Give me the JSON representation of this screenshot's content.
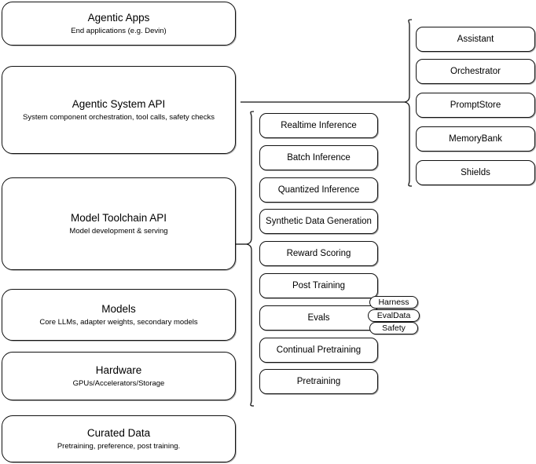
{
  "diagram": {
    "title": "Agentic stack layered architecture",
    "colors": {
      "stroke": "#111111",
      "background": "#ffffff",
      "text": "#000000"
    },
    "layers": [
      {
        "title": "Agentic Apps",
        "subtitle": "End applications (e.g. Devin)"
      },
      {
        "title": "Agentic System API",
        "subtitle": "System component orchestration, tool calls, safety checks"
      },
      {
        "title": "Model Toolchain API",
        "subtitle": "Model development & serving"
      },
      {
        "title": "Models",
        "subtitle": "Core LLMs, adapter weights, secondary models"
      },
      {
        "title": "Hardware",
        "subtitle": "GPUs/Accelerators/Storage"
      },
      {
        "title": "Curated Data",
        "subtitle": "Pretraining, preference, post training."
      }
    ],
    "toolchain_items": [
      "Realtime Inference",
      "Batch Inference",
      "Quantized Inference",
      "Synthetic Data Generation",
      "Reward Scoring",
      "Post Training",
      "Evals",
      "Continual Pretraining",
      "Pretraining"
    ],
    "eval_badges": [
      "Harness",
      "EvalData",
      "Safety"
    ],
    "system_items": [
      "Assistant",
      "Orchestrator",
      "PromptStore",
      "MemoryBank",
      "Shields"
    ]
  }
}
